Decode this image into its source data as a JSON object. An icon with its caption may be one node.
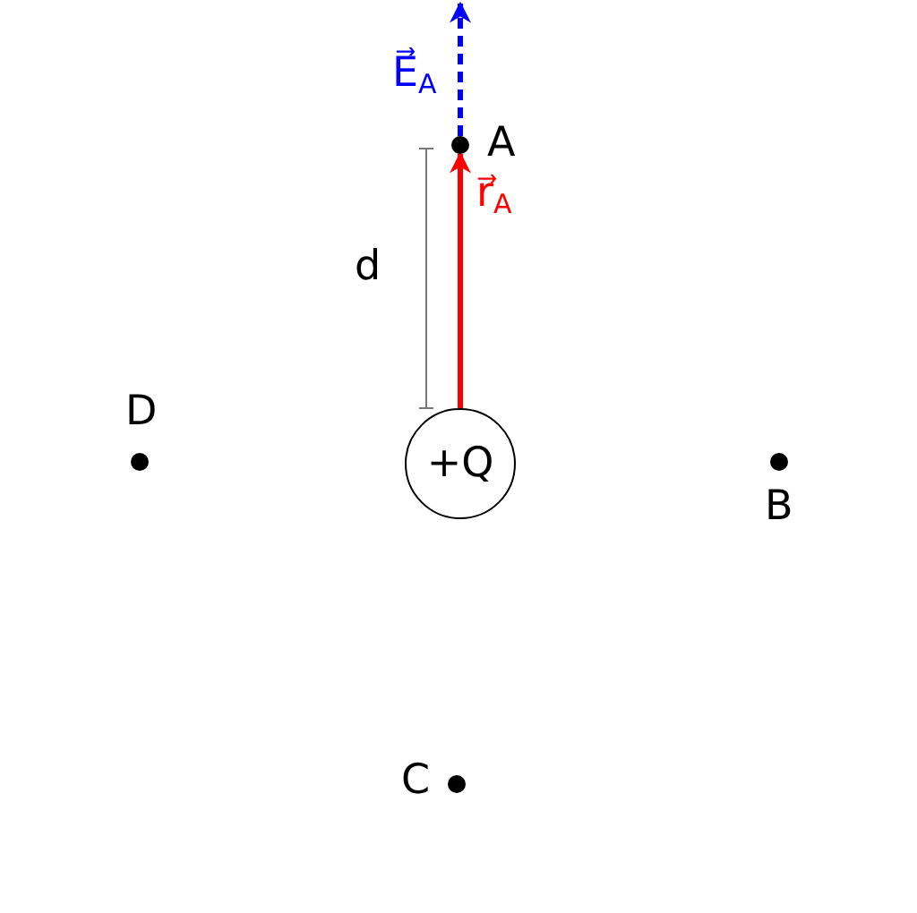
{
  "diagram": {
    "nodes": [
      {
        "text": [
          "+Q"
        ]
      },
      {
        "text": [],
        "shape": "circle",
        "beside": [
          "A"
        ]
      },
      {
        "text": [],
        "shape": "circle",
        "beside": [
          "B"
        ]
      },
      {
        "text": [],
        "shape": "circle",
        "beside": [
          "C"
        ]
      },
      {
        "text": [],
        "shape": "circle",
        "beside": [
          "D"
        ]
      }
    ],
    "edges": [
      {
        "from": 0,
        "to": 1,
        "arrow": "to",
        "label": "r⃗$_{A}$",
        "color": "#ff0000"
      },
      {
        "from": 1,
        "to": null,
        "arrow": "to",
        "label": "E⃗$_{A}$",
        "color": "#0000ff",
        "style": "dashed"
      }
    ],
    "labels": [
      "d"
    ]
  }
}
